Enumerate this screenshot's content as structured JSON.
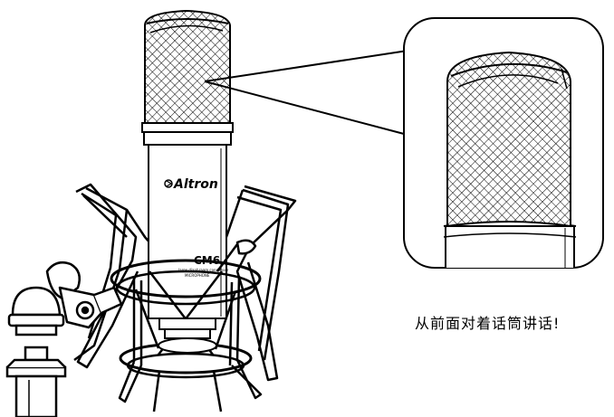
{
  "labels": {
    "brand": "Altron",
    "model": "CM6",
    "model_sub": "large diaphragm condenser",
    "model_sub2": "MICROPHONE"
  },
  "caption": "从前面对着话筒讲话!",
  "colors": {
    "line": "#000000",
    "background": "#ffffff"
  }
}
